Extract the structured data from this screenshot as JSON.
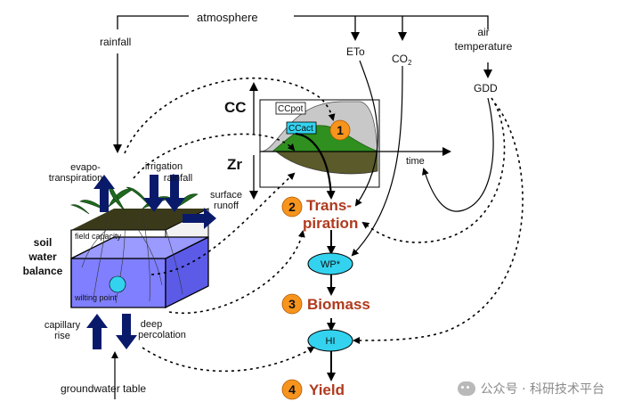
{
  "labels": {
    "atmosphere": "atmosphere",
    "rainfall": "rainfall",
    "eto": "ETo",
    "co2": "CO",
    "co2_sub": "2",
    "air_temperature_1": "air",
    "air_temperature_2": "temperature",
    "gdd": "GDD",
    "cc": "CC",
    "zr": "Zr",
    "ccpot": "CCpot",
    "ccact": "CCact",
    "time": "time",
    "evapo_1": "evapo-",
    "evapo_2": "transpiration",
    "irrigation": "irrigation",
    "rainfall_small": "rainfall",
    "surface_runoff_1": "surface",
    "surface_runoff_2": "runoff",
    "soil_1": "soil",
    "soil_2": "water",
    "soil_3": "balance",
    "field_capacity": "field capacity",
    "wilting_point": "wilting point",
    "capillary_1": "capillary",
    "capillary_2": "rise",
    "deep_1": "deep",
    "deep_2": "percolation",
    "groundwater_table": "groundwater table",
    "trans_1": "Trans-",
    "trans_2": "piration",
    "wp": "WP*",
    "biomass": "Biomass",
    "hi": "HI",
    "yield": "Yield",
    "step1": "1",
    "step2": "2",
    "step3": "3",
    "step4": "4"
  },
  "watermark": "公众号 · 科研技术平台",
  "colors": {
    "step_circle": "#f7941d",
    "oval": "#33d3f0",
    "canopy": "#2f8f1f",
    "canopy_pot": "#c8c8c8",
    "soil_box": "#7f7fff",
    "arrow_blue": "#0a1a6b",
    "process_text": "#b03a1e",
    "root_zone": "#5a5a2a"
  },
  "icons": [
    "wechat-badge-icon",
    "plant-icon"
  ]
}
